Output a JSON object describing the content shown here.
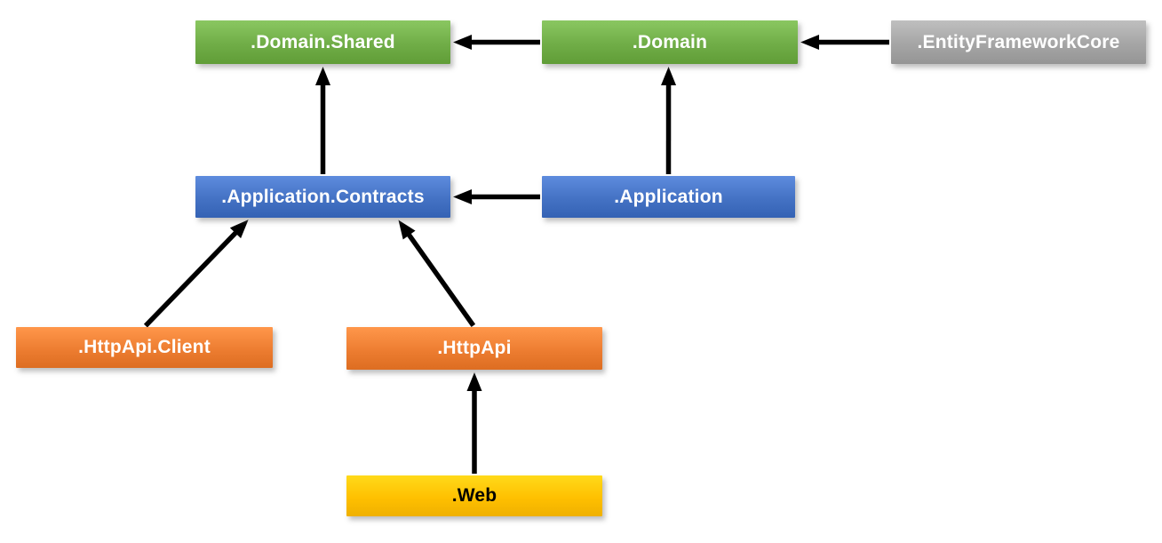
{
  "diagram": {
    "kind": "module-dependency-diagram",
    "background_color": "#FFFFFF",
    "arrow_color": "#000000",
    "nodes": [
      {
        "id": "domain-shared",
        "label": ".Domain.Shared",
        "fill": "#70AD47",
        "text_color": "#FFFFFF"
      },
      {
        "id": "domain",
        "label": ".Domain",
        "fill": "#70AD47",
        "text_color": "#FFFFFF"
      },
      {
        "id": "entity-framework-core",
        "label": ".EntityFrameworkCore",
        "fill": "#A5A5A5",
        "text_color": "#FFFFFF"
      },
      {
        "id": "application-contracts",
        "label": ".Application.Contracts",
        "fill": "#4472C4",
        "text_color": "#FFFFFF"
      },
      {
        "id": "application",
        "label": ".Application",
        "fill": "#4472C4",
        "text_color": "#FFFFFF"
      },
      {
        "id": "httpapi-client",
        "label": ".HttpApi.Client",
        "fill": "#ED7D31",
        "text_color": "#FFFFFF"
      },
      {
        "id": "httpapi",
        "label": ".HttpApi",
        "fill": "#ED7D31",
        "text_color": "#FFFFFF"
      },
      {
        "id": "web",
        "label": ".Web",
        "fill": "#FFC000",
        "text_color": "#000000"
      }
    ],
    "edges": [
      {
        "from": "domain",
        "from_side": "left",
        "to": "domain-shared",
        "to_side": "right"
      },
      {
        "from": "entity-framework-core",
        "from_side": "left",
        "to": "domain",
        "to_side": "right"
      },
      {
        "from": "application-contracts",
        "from_side": "top",
        "to": "domain-shared",
        "to_side": "bottom",
        "from_frac": 0.5,
        "to_frac": 0.5
      },
      {
        "from": "application",
        "from_side": "top",
        "to": "domain",
        "to_side": "bottom",
        "from_frac": 0.5,
        "to_frac": 0.495
      },
      {
        "from": "application",
        "from_side": "left",
        "to": "application-contracts",
        "to_side": "right"
      },
      {
        "from": "httpapi-client",
        "from_side": "top",
        "to": "application-contracts",
        "to_side": "bottom",
        "from_frac": 0.5,
        "to_frac": 0.215
      },
      {
        "from": "httpapi",
        "from_side": "top",
        "to": "application-contracts",
        "to_side": "bottom",
        "from_frac": 0.5,
        "to_frac": 0.79
      },
      {
        "from": "web",
        "from_side": "top",
        "to": "httpapi",
        "to_side": "bottom",
        "from_frac": 0.5,
        "to_frac": 0.5
      }
    ]
  }
}
